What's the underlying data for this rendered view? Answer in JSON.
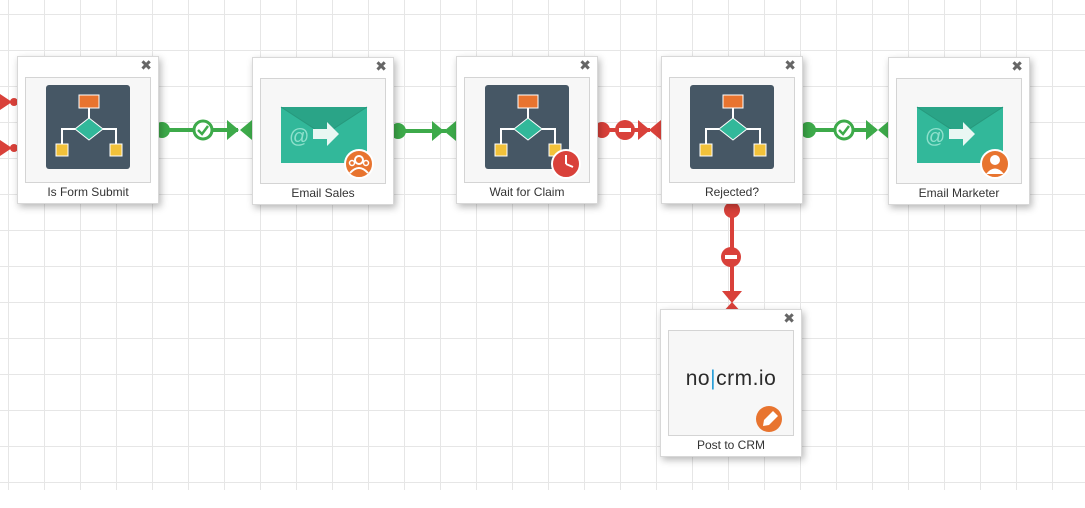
{
  "nodes": [
    {
      "id": "is-form-submit",
      "label": "Is Form Submit",
      "icon": "decision-flowchart-icon"
    },
    {
      "id": "email-sales",
      "label": "Email Sales",
      "icon": "email-icon",
      "badge": "sales-team-icon"
    },
    {
      "id": "wait-for-claim",
      "label": "Wait for Claim",
      "icon": "decision-flowchart-icon",
      "badge": "clock-icon"
    },
    {
      "id": "rejected",
      "label": "Rejected?",
      "icon": "decision-flowchart-icon"
    },
    {
      "id": "email-marketer",
      "label": "Email Marketer",
      "icon": "email-icon",
      "badge": "user-icon"
    },
    {
      "id": "post-to-crm",
      "label": "Post to CRM",
      "icon": "nocrm-logo",
      "badge": "pencil-icon",
      "logo_text": {
        "left": "no",
        "sep": "|",
        "right": "crm.io"
      }
    }
  ],
  "close_glyph": "✖",
  "connections": [
    {
      "from": "is-form-submit",
      "to": "email-sales",
      "type": "yes"
    },
    {
      "from": "email-sales",
      "to": "wait-for-claim",
      "type": "next"
    },
    {
      "from": "wait-for-claim",
      "to": "rejected",
      "type": "no"
    },
    {
      "from": "rejected",
      "to": "email-marketer",
      "type": "yes"
    },
    {
      "from": "rejected",
      "to": "post-to-crm",
      "type": "no"
    }
  ],
  "colors": {
    "yes": "#3daa4a",
    "no": "#d9413a",
    "decision_bg": "#465765",
    "email_bg": "#32b89a",
    "badge_orange": "#e8742f",
    "clock_red": "#d9413a",
    "grid": "#e6e6e6"
  }
}
